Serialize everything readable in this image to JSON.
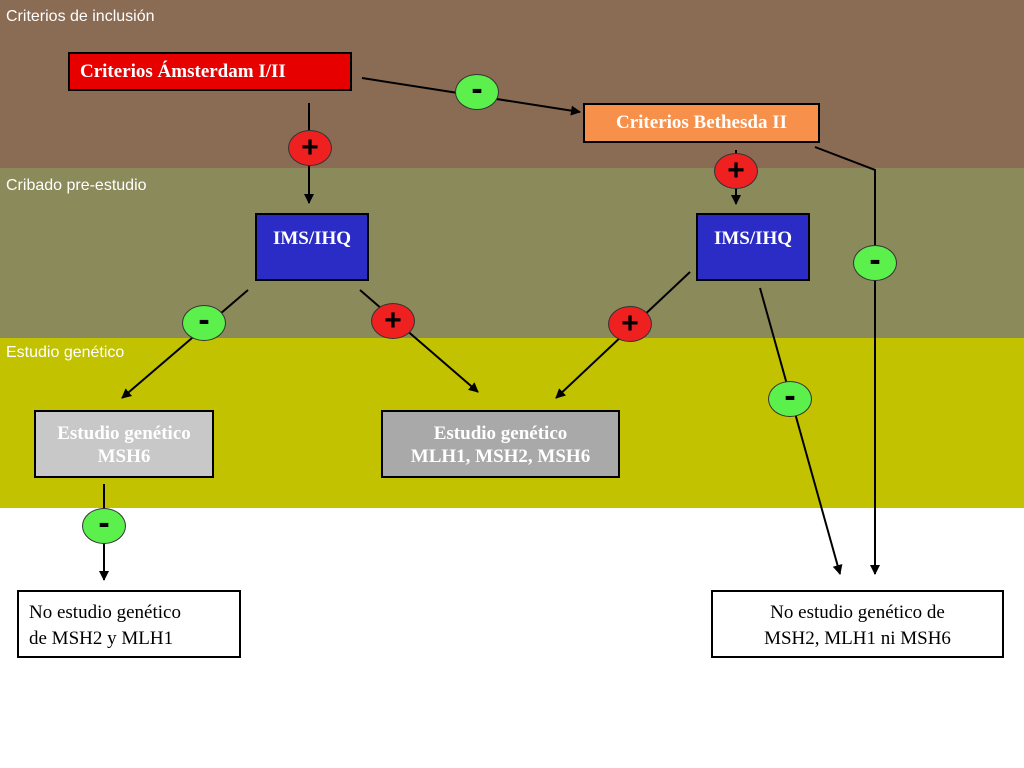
{
  "bands": {
    "inclusion": "Criterios de inclusión",
    "cribado": "Cribado pre-estudio",
    "genetico": "Estudio genético"
  },
  "boxes": {
    "amsterdam": "Criterios Ámsterdam I/II",
    "bethesda": "Criterios Bethesda II",
    "ims_left": "IMS/IHQ",
    "ims_right": "IMS/IHQ",
    "msh6": [
      "Estudio genético",
      "MSH6"
    ],
    "mlh1": [
      "Estudio genético",
      "MLH1, MSH2, MSH6"
    ],
    "no_study_left": [
      "No estudio genético",
      "de  MSH2 y  MLH1"
    ],
    "no_study_right": [
      "No estudio genético de",
      "MSH2, MLH1 ni MSH6"
    ]
  },
  "signs": {
    "plus": "+",
    "minus": "-"
  },
  "colors": {
    "band_inclusion": "#8a6b53",
    "band_cribado": "#8b8a5a",
    "band_genetico": "#c2c200",
    "amsterdam": "#e60000",
    "bethesda": "#f7904a",
    "ims": "#2b2bc6",
    "plus_badge": "#ee2020",
    "minus_badge": "#5cf04d"
  }
}
